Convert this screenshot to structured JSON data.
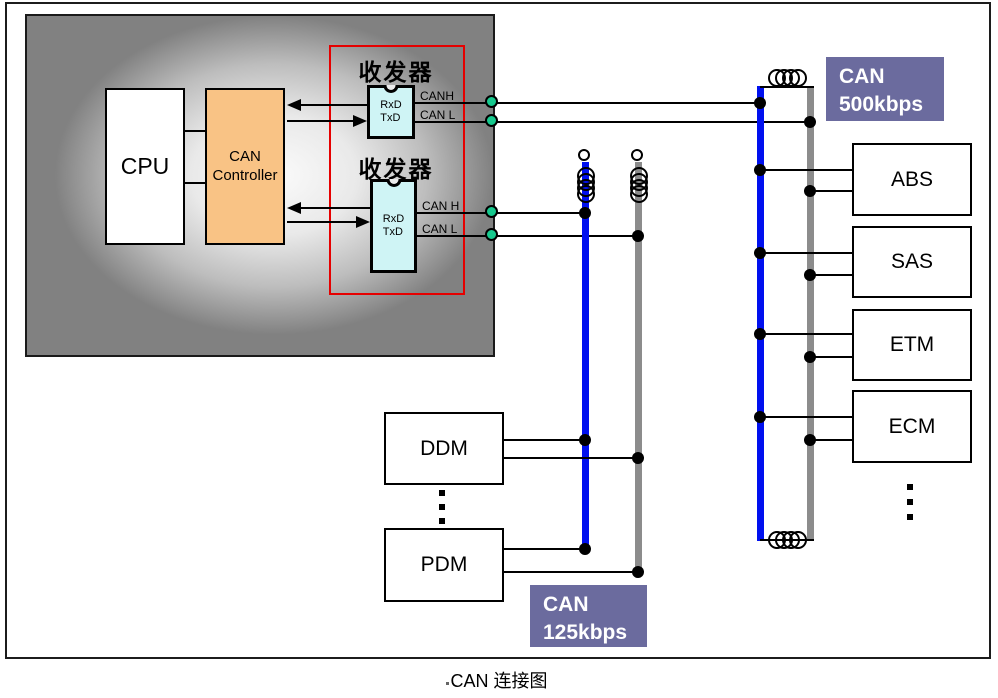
{
  "caption": "CAN 连接图",
  "ecu": {
    "cpu": "CPU",
    "controller_line1": "CAN",
    "controller_line2": "Controller",
    "transceiver_label": "收发器",
    "pin_line1": "RxD",
    "pin_line2": "TxD"
  },
  "wire_labels": {
    "t1_high": "CANH",
    "t1_low": "CAN L",
    "t2_high": "CAN H",
    "t2_low": "CAN L"
  },
  "bus_500": {
    "label_line1": "CAN",
    "label_line2": "500kbps",
    "nodes": [
      "ABS",
      "SAS",
      "ETM",
      "ECM"
    ]
  },
  "bus_125": {
    "label_line1": "CAN",
    "label_line2": "125kbps",
    "nodes": [
      "DDM",
      "PDM"
    ]
  },
  "colors": {
    "bus_high_blue": "#0010EF",
    "bus_low_gray": "#8C8C8C",
    "speed_label_bg": "#6B6B9E",
    "controller_fill": "#F9C385",
    "transceiver_fill": "#CFF4F5",
    "connector_green": "#17C98E",
    "highlight_frame_red": "#E60000"
  }
}
